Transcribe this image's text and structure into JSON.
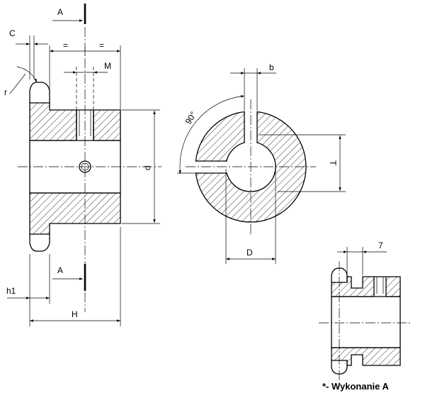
{
  "labels": {
    "section_a_top": "A",
    "section_a_bottom": "A",
    "c": "C",
    "eq_left": "=",
    "eq_right": "=",
    "m": "M",
    "r": "r",
    "d": "d",
    "h1": "h1",
    "h": "H",
    "b": "b",
    "angle": "90°",
    "t": "T",
    "bore_d": "D",
    "seven": "7",
    "note": "*- Wykonanie A"
  },
  "colors": {
    "line": "#000000",
    "background": "#ffffff"
  }
}
